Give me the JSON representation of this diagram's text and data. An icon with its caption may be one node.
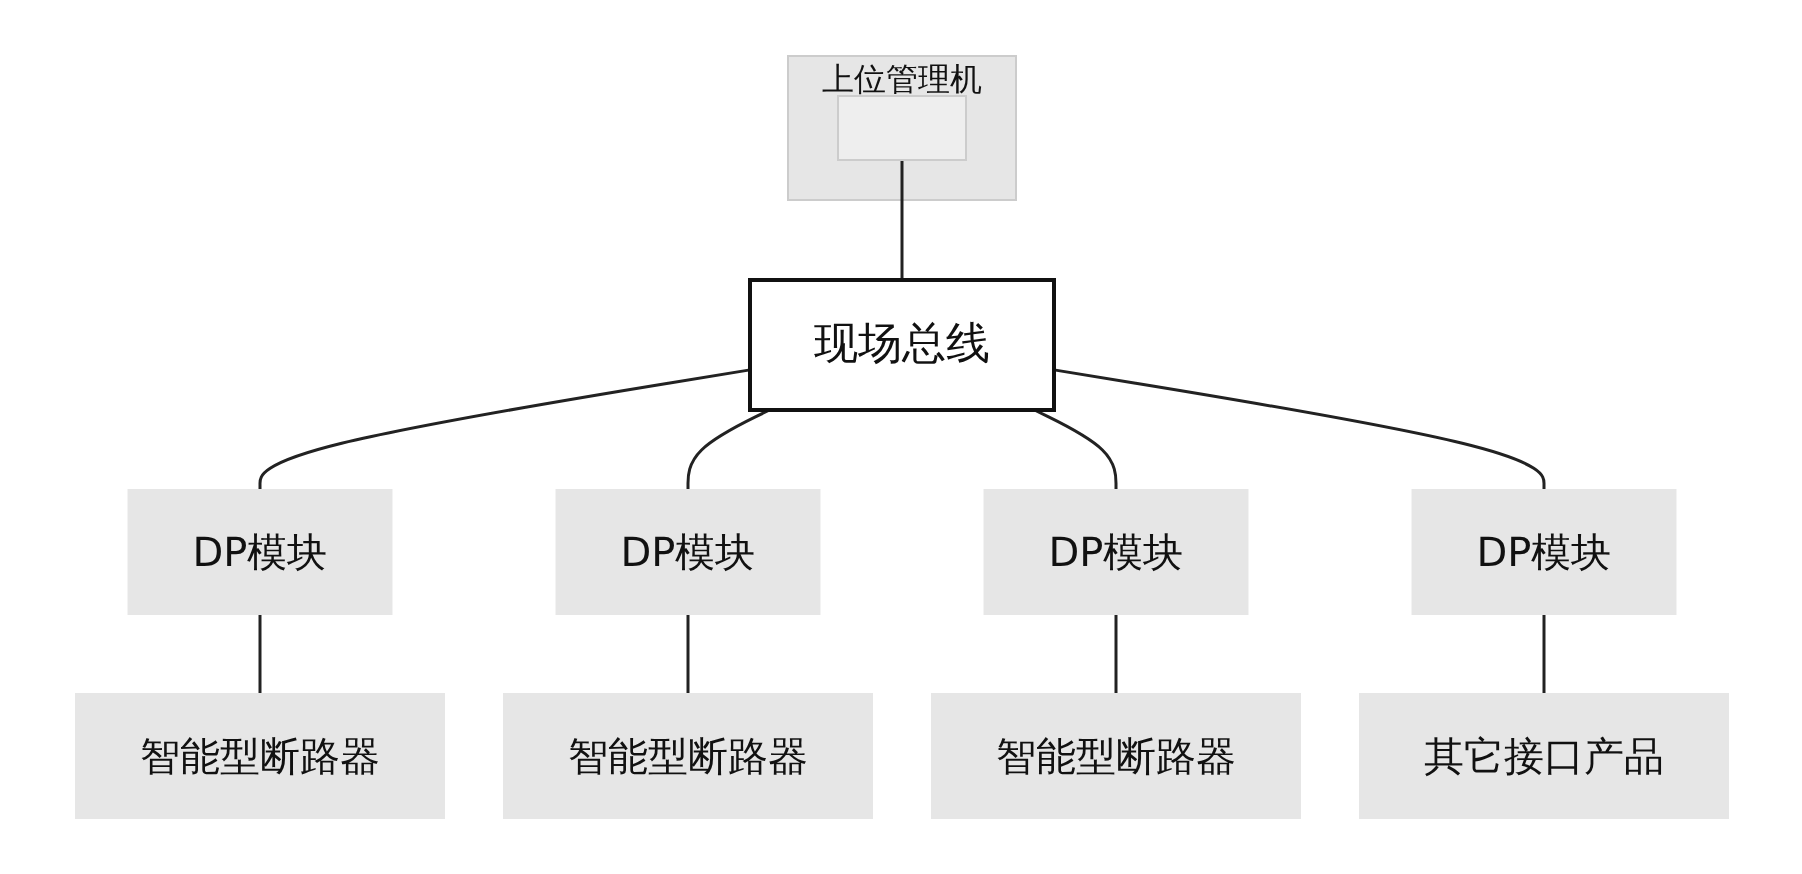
{
  "diagram": {
    "nodes": [
      {
        "text": [
          "上位管理机"
        ]
      },
      {
        "text": [],
        "shape": "box",
        "in": 0
      },
      {
        "text": [
          "现场总线"
        ]
      },
      {
        "text": [
          "DP模块"
        ]
      },
      {
        "text": [
          "DP模块"
        ]
      },
      {
        "text": [
          "DP模块"
        ]
      },
      {
        "text": [
          "DP模块"
        ]
      },
      {
        "text": [
          "智能型断路器"
        ]
      },
      {
        "text": [
          "智能型断路器"
        ]
      },
      {
        "text": [
          "智能型断路器"
        ]
      },
      {
        "text": [
          "其它接口产品"
        ]
      }
    ],
    "edges": [
      {
        "from": 1,
        "to": 2,
        "arrow": "none"
      },
      {
        "from": 2,
        "to": 3,
        "arrow": "none"
      },
      {
        "from": 2,
        "to": 4,
        "arrow": "none"
      },
      {
        "from": 2,
        "to": 5,
        "arrow": "none"
      },
      {
        "from": 2,
        "to": 6,
        "arrow": "none"
      },
      {
        "from": 3,
        "to": 7,
        "arrow": "none"
      },
      {
        "from": 4,
        "to": 8,
        "arrow": "none"
      },
      {
        "from": 5,
        "to": 9,
        "arrow": "none"
      },
      {
        "from": 6,
        "to": 10,
        "arrow": "none"
      }
    ]
  }
}
